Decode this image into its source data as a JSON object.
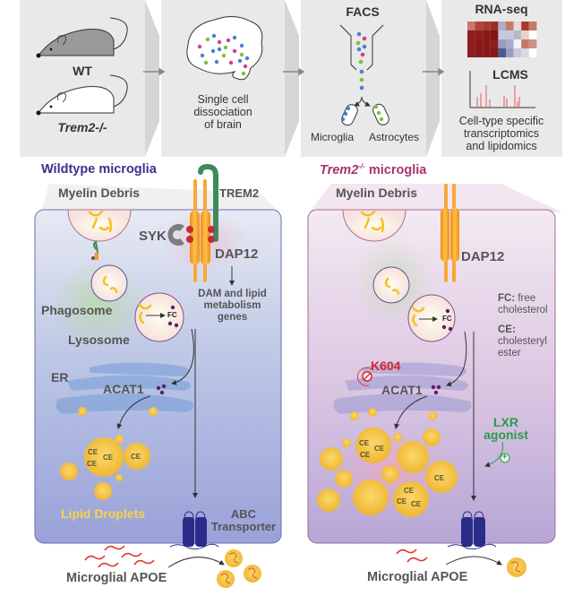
{
  "workflow": {
    "step1": {
      "wt_label": "WT",
      "ko_label": "Trem2-/-"
    },
    "step2": {
      "caption_lines": [
        "Single cell",
        "dissociation",
        "of brain"
      ]
    },
    "step3": {
      "title": "FACS",
      "outputs": [
        "Microglia",
        "Astrocytes"
      ]
    },
    "step4": {
      "title_top": "RNA-seq",
      "title_bottom": "LCMS",
      "caption_lines": [
        "Cell-type specific",
        "transcriptomics",
        "and lipidomics"
      ]
    }
  },
  "wildtype": {
    "title": "Wildtype microglia",
    "myelin": "Myelin Debris",
    "trem2": "TREM2",
    "syk": "SYK",
    "dap12": "DAP12",
    "dam_lines": [
      "DAM and lipid",
      "metabolism",
      "genes"
    ],
    "phagosome": "Phagosome",
    "lysosome": "Lysosome",
    "fc": "FC",
    "er": "ER",
    "acat1": "ACAT1",
    "ce": "CE",
    "lipid_droplets": "Lipid Droplets",
    "abc_lines": [
      "ABC",
      "Transporter"
    ],
    "apoe": "Microglial APOE"
  },
  "knockout": {
    "title_italic": "Trem2",
    "title_sup": "-/-",
    "title_rest": " microglia",
    "myelin": "Myelin Debris",
    "dap12": "DAP12",
    "fc": "FC",
    "legend_fc_key": "FC:",
    "legend_fc_val": " free",
    "legend_fc_val2": "cholesterol",
    "legend_ce_key": "CE:",
    "legend_ce_val1": "cholesteryl",
    "legend_ce_val2": "ester",
    "inhibitor": "K604",
    "acat1": "ACAT1",
    "ce": "CE",
    "lxr_lines": [
      "LXR",
      "agonist"
    ],
    "plus": "+",
    "apoe": "Microglial APOE"
  },
  "colors": {
    "wt_title": "#3d2f8c",
    "ko_title": "#a3346f",
    "lipid": "#f2bf3a",
    "lipid_label": "#f5d44a",
    "inhibitor": "#d8262c",
    "lxr": "#2e9a48",
    "transporter": "#2a2c8a",
    "trem2": "#3f8a5a",
    "dap12": "#f39a1f"
  }
}
